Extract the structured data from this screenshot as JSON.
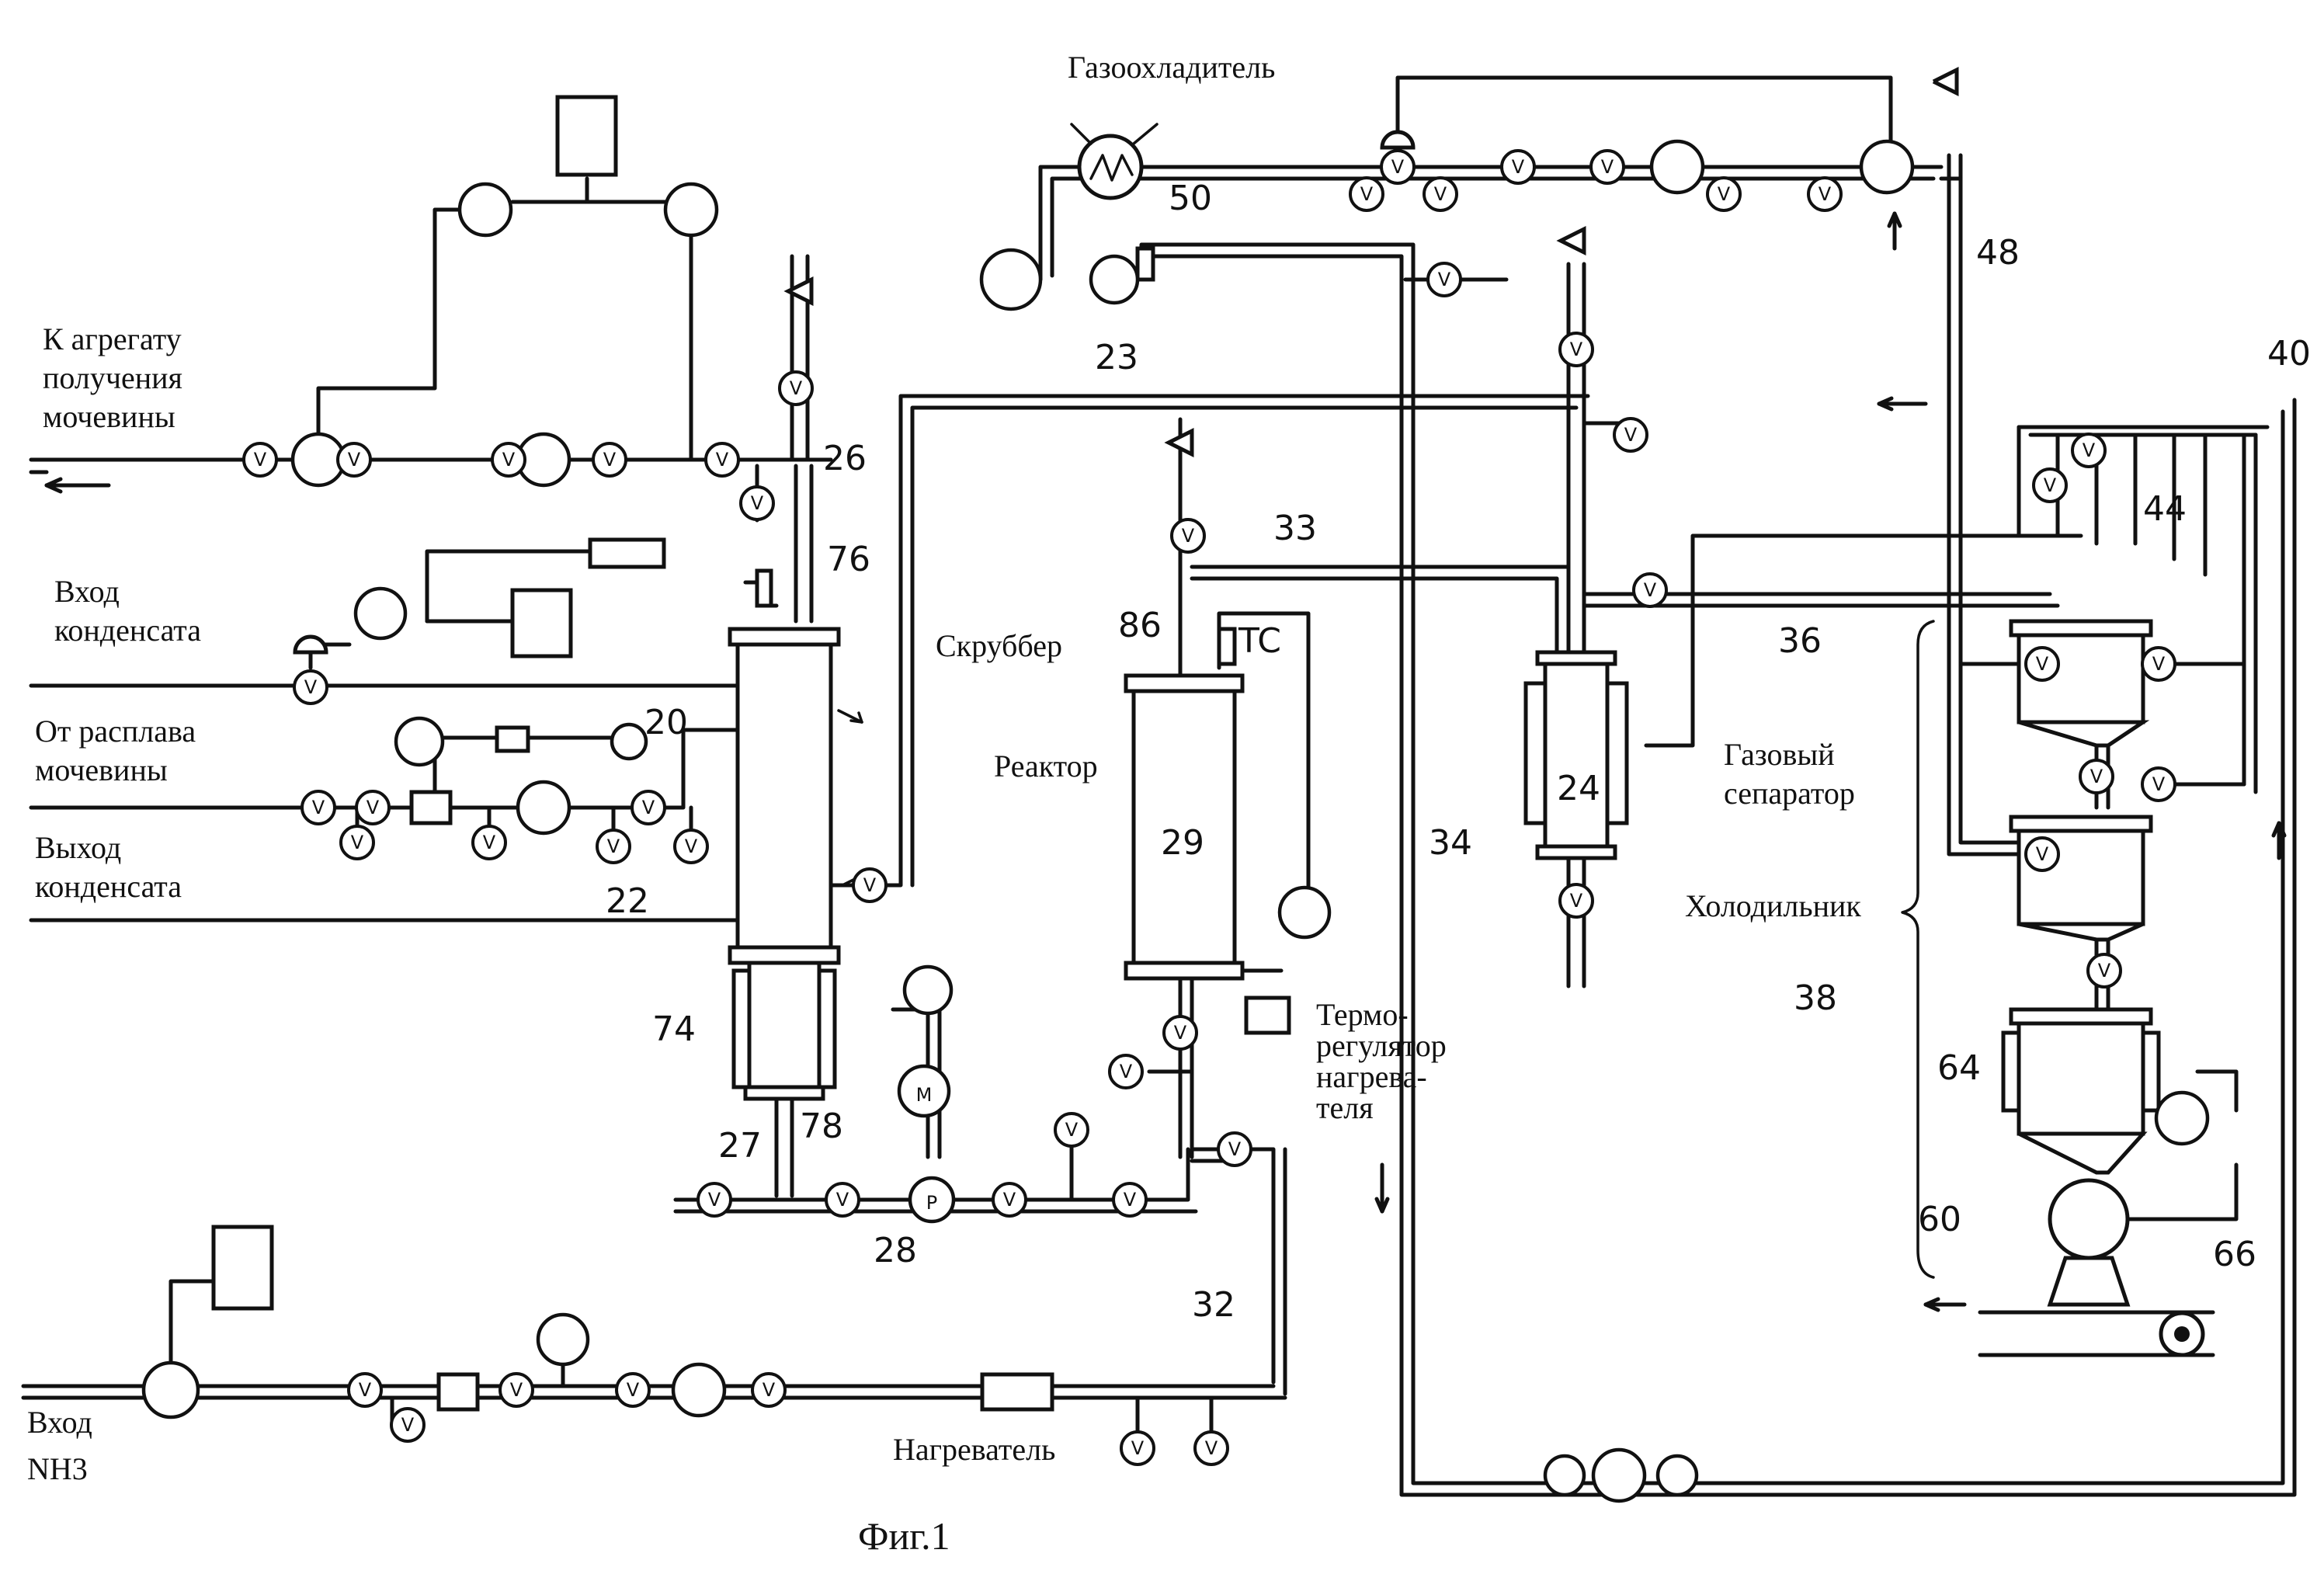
{
  "labels": {
    "to_urea_unit": [
      "К агрегату",
      "получения",
      "мочевины"
    ],
    "condensate_in": [
      "Вход",
      "конденсата"
    ],
    "from_urea_melt": [
      "От расплава",
      "мочевины"
    ],
    "condensate_out": [
      "Выход",
      "конденсата"
    ],
    "nh3_in": [
      "Вход",
      "NH3"
    ],
    "gas_cooler": "Газоохладитель",
    "scrubber": "Скруббер",
    "reactor": "Реактор",
    "heater_thermostat": [
      "Термо-",
      "регулятор",
      "нагрева-",
      "теля"
    ],
    "heater": "Нагреватель",
    "gas_separator": [
      "Газовый",
      "сепаратор"
    ],
    "cooler": "Холодильник",
    "figure_caption": "Фиг.1"
  },
  "ref_numbers": {
    "n20": "20",
    "n22": "22",
    "n23": "23",
    "n24": "24",
    "n26": "26",
    "n27": "27",
    "n28": "28",
    "n29": "29",
    "n32": "32",
    "n33": "33",
    "n34": "34",
    "n36": "36",
    "n38": "38",
    "n40": "40",
    "n44": "44",
    "n48": "48",
    "n50": "50",
    "n60": "60",
    "n64": "64",
    "n66": "66",
    "n74": "74",
    "n76": "76",
    "n78": "78",
    "n86": "86"
  },
  "symbols": {
    "valve_letter": "V",
    "motor_letter": "M",
    "pump_letter": "P",
    "tc_label": "TC"
  }
}
